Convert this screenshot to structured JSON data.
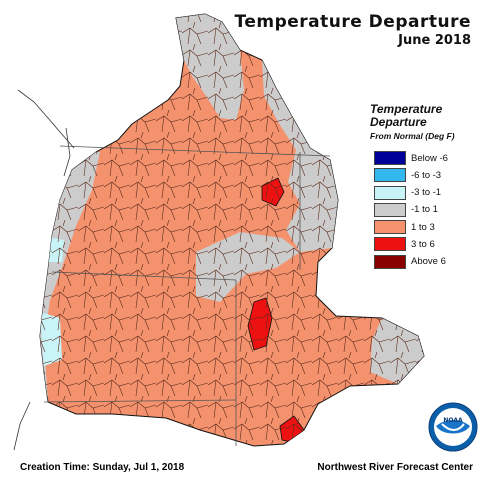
{
  "title": "Temperature Departure",
  "subtitle": "June 2018",
  "legend": {
    "title_line1": "Temperature",
    "title_line2": "Departure",
    "title_line3": "From Normal (Deg F)",
    "items": [
      {
        "label": "Below -6",
        "color": "#000099"
      },
      {
        "label": "-6 to -3",
        "color": "#33b8ee"
      },
      {
        "label": "-3 to -1",
        "color": "#c8f4f8"
      },
      {
        "label": "-1 to 1",
        "color": "#cccccc"
      },
      {
        "label": "1 to 3",
        "color": "#f4926e"
      },
      {
        "label": "3 to 6",
        "color": "#ee1111"
      },
      {
        "label": "Above 6",
        "color": "#880000"
      }
    ]
  },
  "footer": {
    "creation_time": "Creation Time: Sunday, Jul 1, 2018",
    "center": "Northwest River Forecast Center"
  },
  "logo": {
    "text": "NOAA",
    "icon": "noaa-logo-icon"
  }
}
